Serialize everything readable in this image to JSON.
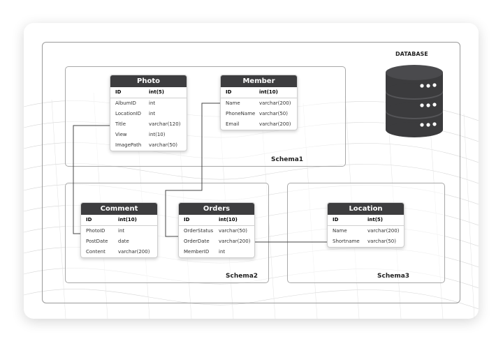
{
  "diagram": {
    "database_label": "DATABASE",
    "schemas": {
      "schema1": "Schema1",
      "schema2": "Schema2",
      "schema3": "Schema3"
    },
    "tables": {
      "photo": {
        "name": "Photo",
        "columns": [
          {
            "name": "ID",
            "type": "int(5)"
          },
          {
            "name": "AlbumID",
            "type": "int"
          },
          {
            "name": "LocationID",
            "type": "int"
          },
          {
            "name": "Title",
            "type": "varchar(120)"
          },
          {
            "name": "View",
            "type": "int(10)"
          },
          {
            "name": "ImagePath",
            "type": "varchar(50)"
          }
        ]
      },
      "member": {
        "name": "Member",
        "columns": [
          {
            "name": "ID",
            "type": "int(10)"
          },
          {
            "name": "Name",
            "type": "varchar(200)"
          },
          {
            "name": "PhoneName",
            "type": "varchar(50)"
          },
          {
            "name": "Email",
            "type": "varchar(200)"
          }
        ]
      },
      "comment": {
        "name": "Comment",
        "columns": [
          {
            "name": "ID",
            "type": "int(10)"
          },
          {
            "name": "PhotoID",
            "type": "int"
          },
          {
            "name": "PostDate",
            "type": "date"
          },
          {
            "name": "Content",
            "type": "varchar(200)"
          }
        ]
      },
      "orders": {
        "name": "Orders",
        "columns": [
          {
            "name": "ID",
            "type": "int(10)"
          },
          {
            "name": "OrderStatus",
            "type": "varchar(50)"
          },
          {
            "name": "OrderDate",
            "type": "varchar(200)"
          },
          {
            "name": "MemberID",
            "type": "int"
          }
        ]
      },
      "location": {
        "name": "Location",
        "columns": [
          {
            "name": "ID",
            "type": "int(5)"
          },
          {
            "name": "Name",
            "type": "varchar(200)"
          },
          {
            "name": "Shortname",
            "type": "varchar(50)"
          }
        ]
      }
    }
  }
}
